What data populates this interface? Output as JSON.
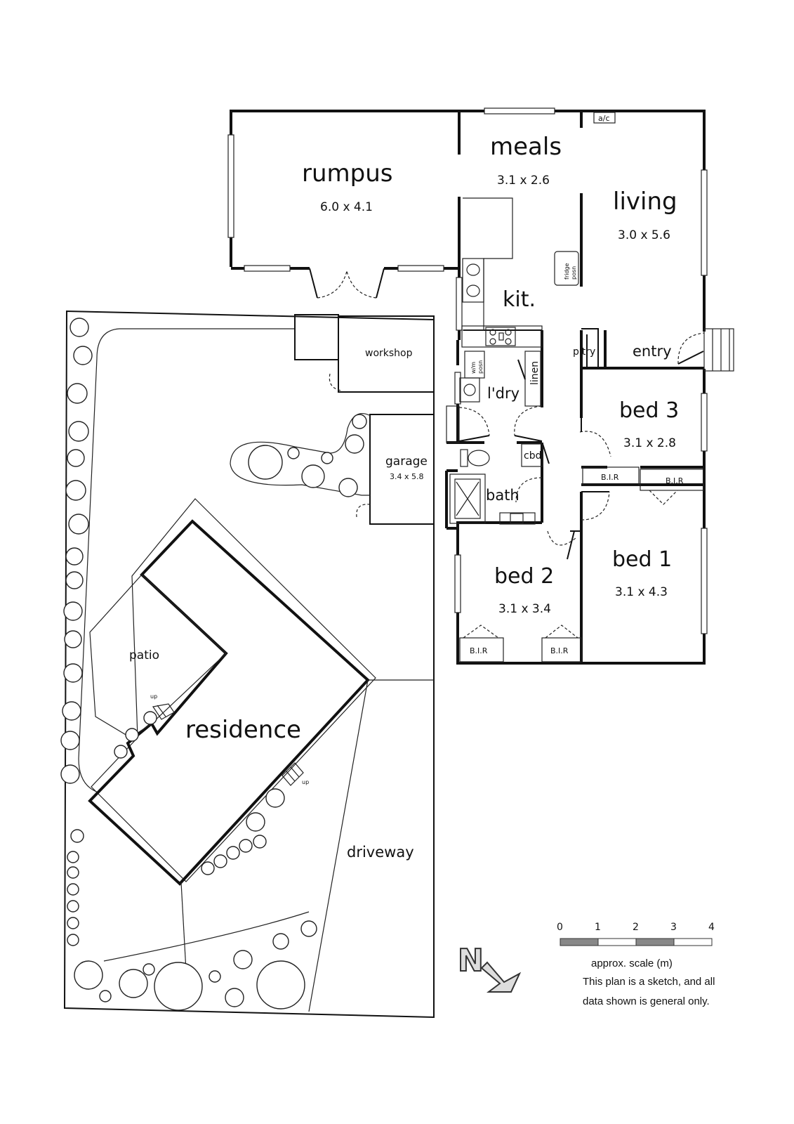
{
  "rooms": {
    "rumpus": {
      "name": "rumpus",
      "dims": "6.0 x 4.1"
    },
    "meals": {
      "name": "meals",
      "dims": "3.1 x 2.6"
    },
    "living": {
      "name": "living",
      "dims": "3.0 x 5.6"
    },
    "kitchen": {
      "name": "kit."
    },
    "laundry": {
      "name": "l'dry"
    },
    "entry": {
      "name": "entry"
    },
    "pantry": {
      "name": "p'try"
    },
    "bed3": {
      "name": "bed 3",
      "dims": "3.1 x 2.8"
    },
    "bed2": {
      "name": "bed 2",
      "dims": "3.1 x 3.4"
    },
    "bed1": {
      "name": "bed 1",
      "dims": "3.1 x 4.3"
    },
    "bath": {
      "name": "bath"
    },
    "cbd": {
      "name": "cbd"
    },
    "linen": {
      "name": "linen"
    },
    "bir": "B.I.R",
    "ac": "a/c",
    "fridge": {
      "line1": "fridge",
      "line2": "posn"
    },
    "wm": {
      "line1": "w/m",
      "line2": "posn"
    }
  },
  "site": {
    "workshop": "workshop",
    "garage": {
      "name": "garage",
      "dims": "3.4 x 5.8"
    },
    "patio": "patio",
    "residence": "residence",
    "driveway": "driveway",
    "up": "up"
  },
  "compass": {
    "letter": "N"
  },
  "scale": {
    "ticks": [
      "0",
      "1",
      "2",
      "3",
      "4"
    ],
    "caption": "approx. scale (m)",
    "note_line1": "This plan is a sketch, and all",
    "note_line2": "data shown is general only."
  }
}
